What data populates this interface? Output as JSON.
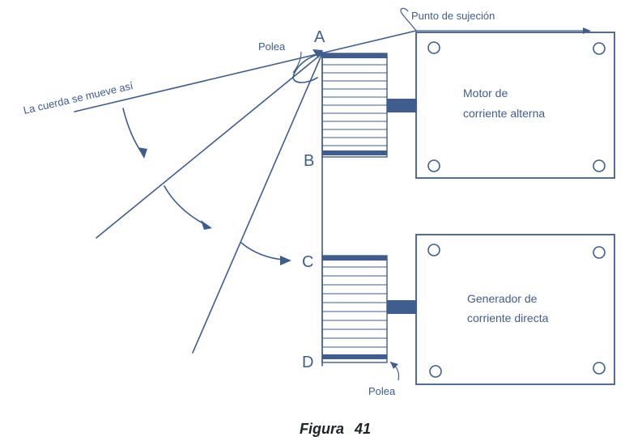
{
  "labels": {
    "point_a": "A",
    "point_b": "B",
    "point_c": "C",
    "point_d": "D",
    "pulley_top": "Polea",
    "pulley_bottom": "Polea",
    "attachment_point": "Punto de sujeción",
    "rope_moves": "La cuerda se mueve así",
    "motor_line1": "Motor de",
    "motor_line2": "corriente alterna",
    "generator_line1": "Generador de",
    "generator_line2": "corriente directa"
  },
  "caption": {
    "word": "Figura",
    "number": "41"
  },
  "colors": {
    "ink": "#3f5d8f",
    "caption": "#202428",
    "background": "#ffffff"
  }
}
